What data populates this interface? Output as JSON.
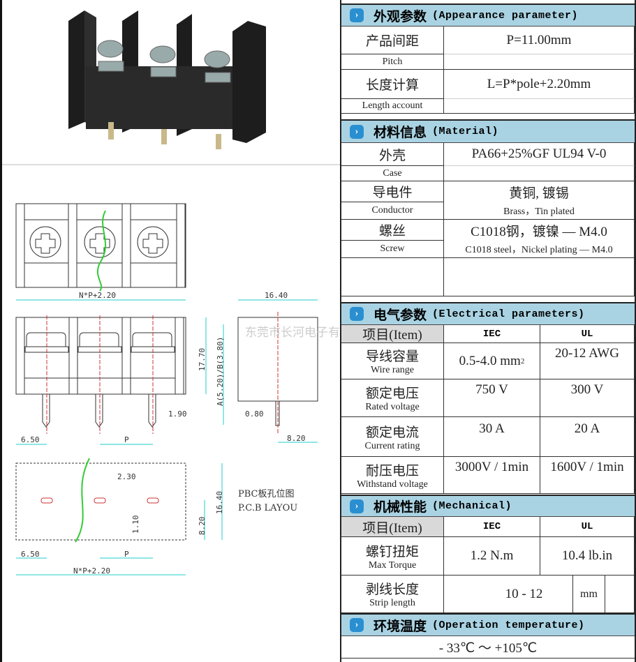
{
  "drawing": {
    "watermark": "东莞市长河电子有",
    "dims": {
      "total_width": "N*P+2.20",
      "side_width": "16.40",
      "height": "17.70",
      "ab": "A(5.20)/B(3.80)",
      "pin_dia": "1.90",
      "pin_thick": "0.80",
      "first_offset": "6.50",
      "pitch": "P",
      "side_depth": "8.20",
      "hole_w": "2.30",
      "hole_h": "1.10",
      "pcb_half": "8.20",
      "pcb_depth": "16.40"
    },
    "pcb_label_cn": "PBC板孔位图",
    "pcb_label_en": "P.C.B LAYOU"
  },
  "appearance": {
    "title_cn": "外观参数",
    "title_en": "(Appearance parameter)",
    "rows": [
      {
        "cn": "产品间距",
        "en": "Pitch",
        "value": "P=11.00mm"
      },
      {
        "cn": "长度计算",
        "en": "Length account",
        "value": "L=P*pole+2.20mm"
      }
    ]
  },
  "material": {
    "title_cn": "材料信息",
    "title_en": "(Material)",
    "rows": [
      {
        "cn": "外壳",
        "en": "Case",
        "value": "PA66+25%GF UL94 V-0",
        "value_en": ""
      },
      {
        "cn": "导电件",
        "en": "Conductor",
        "value": "黄铜, 镀锡",
        "value_en": "Brass，Tin plated"
      },
      {
        "cn": "螺丝",
        "en": "Screw",
        "value": "C1018钢，镀镍 — M4.0",
        "value_en": "C1018 steel，Nickel plating — M4.0"
      }
    ]
  },
  "electrical": {
    "title_cn": "电气参数",
    "title_en": "(Electrical parameters)",
    "item": "项目(Item)",
    "col1": "IEC",
    "col2": "UL",
    "rows": [
      {
        "cn": "导线容量",
        "en": "Wire range",
        "iec": "0.5-4.0 mm",
        "iec_sup": "2",
        "ul": "20-12  AWG"
      },
      {
        "cn": "额定电压",
        "en": "Rated voltage",
        "iec": "750 V",
        "ul": "300 V"
      },
      {
        "cn": "额定电流",
        "en": "Current rating",
        "iec": "30  A",
        "ul": "20  A"
      },
      {
        "cn": "耐压电压",
        "en": "Withstand voltage",
        "iec": "3000V / 1min",
        "ul": "1600V / 1min"
      }
    ]
  },
  "mechanical": {
    "title_cn": "机械性能",
    "title_en": "(Mechanical)",
    "item": "项目(Item)",
    "col1": "IEC",
    "col2": "UL",
    "rows": [
      {
        "cn": "螺钉扭矩",
        "en": "Max Torque",
        "iec": "1.2  N.m",
        "ul": "10.4  lb.in"
      },
      {
        "cn": "剥线长度",
        "en": "Strip length",
        "value": "10  -  12",
        "unit": "mm"
      }
    ]
  },
  "temperature": {
    "title_cn": "环境温度",
    "title_en": "(Operation temperature)",
    "value": "- 33℃  ～  +105℃"
  }
}
